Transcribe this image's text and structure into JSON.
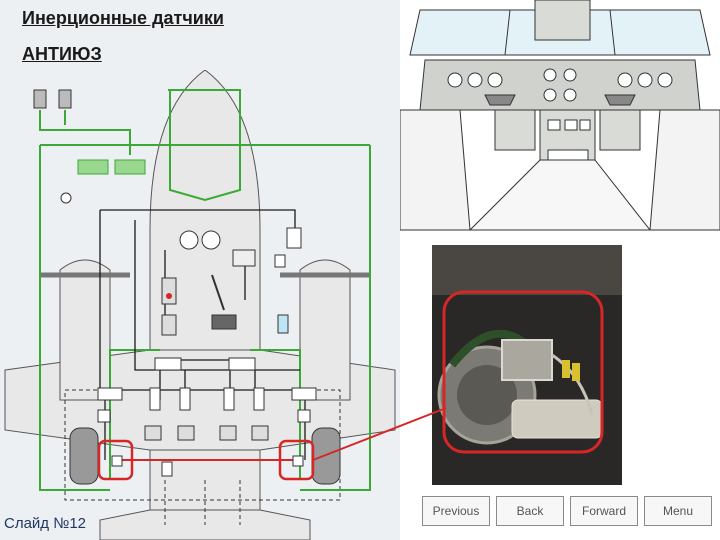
{
  "slide": {
    "title_line1": "Инерционные датчики",
    "title_line2": "АНТИЮЗ",
    "slide_number": "Слайд №12"
  },
  "nav": {
    "previous": "Previous",
    "back": "Back",
    "forward": "Forward",
    "menu": "Menu"
  },
  "colors": {
    "hydraulic_line": "#3aa935",
    "wiring": "#1a1a1a",
    "highlight": "#d62728",
    "aircraft_fill": "#e8e8e8",
    "panel_bg": "#edf0f3"
  }
}
